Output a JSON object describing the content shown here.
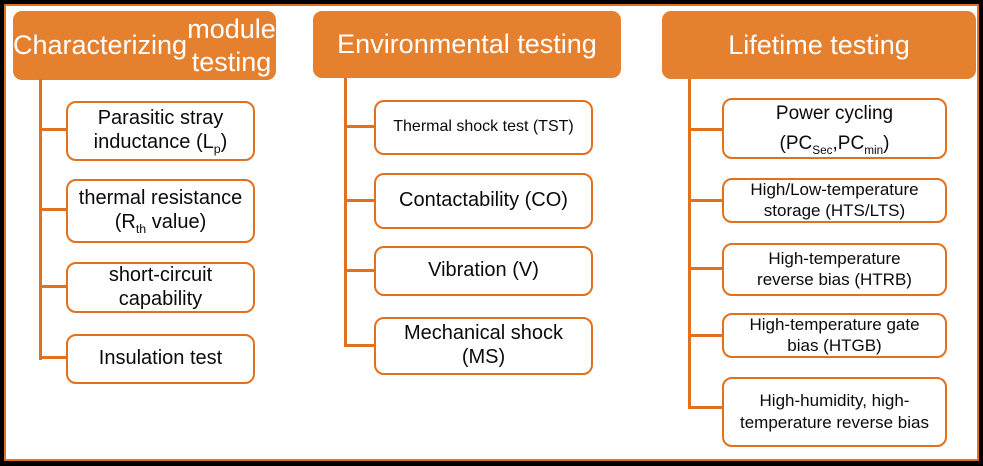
{
  "colors": {
    "header_bg": "#e5802f",
    "header_text": "#ffffff",
    "box_bg": "#ffffff",
    "box_border": "#e2701d",
    "box_text": "#0a0a0a",
    "connector": "#e2701d",
    "outer_border": "#000000"
  },
  "columns": [
    {
      "title_segments": [
        {
          "text": "Characterizing"
        },
        {
          "br": true
        },
        {
          "text": "module testing"
        }
      ],
      "items": [
        {
          "segments": [
            {
              "text": "Parasitic stray"
            },
            {
              "br": true
            },
            {
              "text": "inductance (L"
            },
            {
              "text": "p",
              "sub": true
            },
            {
              "text": ")"
            }
          ]
        },
        {
          "segments": [
            {
              "text": "thermal resistance"
            },
            {
              "br": true
            },
            {
              "text": "(R"
            },
            {
              "text": "th",
              "sub": true
            },
            {
              "text": " value)"
            }
          ]
        },
        {
          "segments": [
            {
              "text": "short-circuit"
            },
            {
              "br": true
            },
            {
              "text": "capability"
            }
          ]
        },
        {
          "segments": [
            {
              "text": "Insulation test"
            }
          ]
        }
      ]
    },
    {
      "title_segments": [
        {
          "text": "Environmental testing"
        }
      ],
      "items": [
        {
          "segments": [
            {
              "text": "Thermal shock test (TST)"
            }
          ]
        },
        {
          "segments": [
            {
              "text": "Contactability (CO)"
            }
          ]
        },
        {
          "segments": [
            {
              "text": "Vibration (V)"
            }
          ]
        },
        {
          "segments": [
            {
              "text": "Mechanical shock"
            },
            {
              "br": true
            },
            {
              "text": "(MS)"
            }
          ]
        }
      ]
    },
    {
      "title_segments": [
        {
          "text": "Lifetime testing"
        }
      ],
      "items": [
        {
          "segments": [
            {
              "text": "Power cycling"
            },
            {
              "br": true
            },
            {
              "text": "(PC"
            },
            {
              "text": "Sec",
              "sub": true
            },
            {
              "text": ",PC"
            },
            {
              "text": "min",
              "sub": true
            },
            {
              "text": ")"
            }
          ]
        },
        {
          "segments": [
            {
              "text": "High/Low-temperature"
            },
            {
              "br": true
            },
            {
              "text": "storage (HTS/LTS)"
            }
          ]
        },
        {
          "segments": [
            {
              "text": "High-temperature"
            },
            {
              "br": true
            },
            {
              "text": "reverse bias (HTRB)"
            }
          ]
        },
        {
          "segments": [
            {
              "text": "High-temperature gate"
            },
            {
              "br": true
            },
            {
              "text": "bias (HTGB)"
            }
          ]
        },
        {
          "segments": [
            {
              "text": "High-humidity, high-"
            },
            {
              "br": true
            },
            {
              "text": "temperature reverse bias"
            }
          ]
        }
      ]
    }
  ]
}
